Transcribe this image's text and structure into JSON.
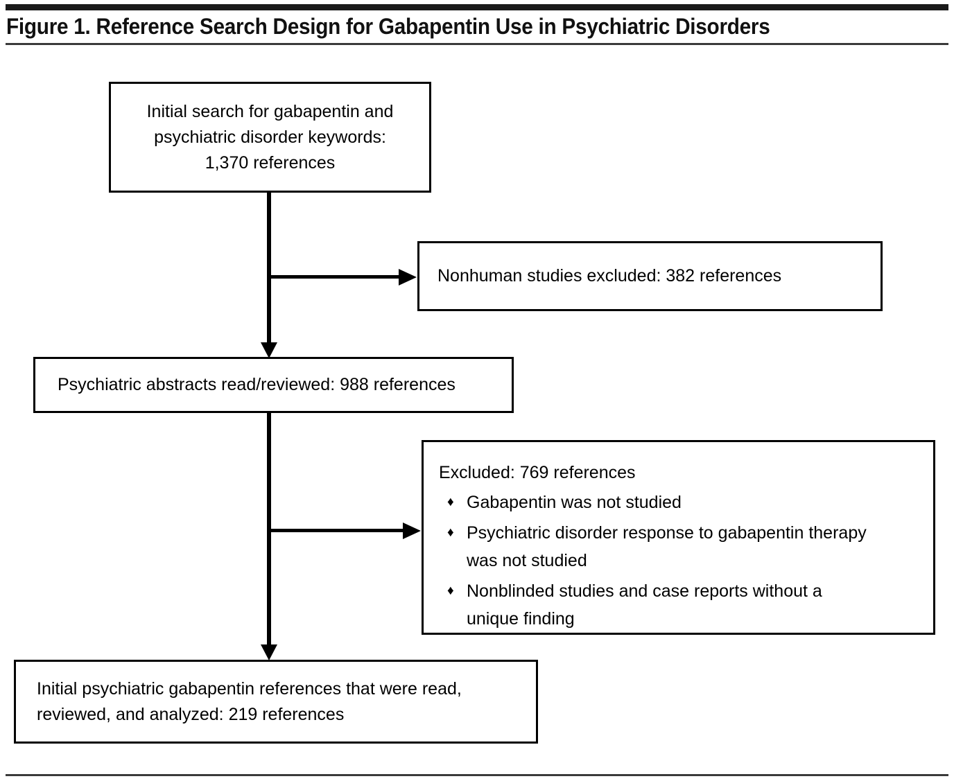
{
  "figure": {
    "title": "Figure 1. Reference Search Design for Gabapentin Use in Psychiatric Disorders",
    "rule_color": "#1a1a1a",
    "box_border_color": "#000000",
    "text_color": "#000000",
    "background": "#ffffff"
  },
  "chart_data": {
    "type": "flowchart",
    "title": "Figure 1. Reference Search Design for Gabapentin Use in Psychiatric Disorders",
    "nodes": [
      {
        "id": "initial-search",
        "label": "Initial search for gabapentin and\npsychiatric disorder  keywords:\n1,370 references",
        "count": 1370,
        "align": "center"
      },
      {
        "id": "nonhuman-excluded",
        "label": "Nonhuman studies excluded: 382 references",
        "count": 382,
        "align": "left"
      },
      {
        "id": "abstracts-reviewed",
        "label": "Psychiatric abstracts read/reviewed: 988 references",
        "count": 988,
        "align": "left"
      },
      {
        "id": "excluded-criteria",
        "label": "Excluded: 769 references",
        "count": 769,
        "align": "left",
        "bullets": [
          "Gabapentin was not studied",
          " Psychiatric disorder  response to gabapentin therapy\n was not studied",
          "Nonblinded studies and case reports without a\n unique finding"
        ],
        "bullet_glyph": "♦"
      },
      {
        "id": "final-references",
        "label": "Initial psychiatric gabapentin references that were read,\nreviewed, and analyzed: 219 references",
        "count": 219,
        "align": "left"
      }
    ],
    "edges": [
      {
        "from": "initial-search",
        "to": "nonhuman-excluded",
        "kind": "branch-right"
      },
      {
        "from": "initial-search",
        "to": "abstracts-reviewed",
        "kind": "down"
      },
      {
        "from": "abstracts-reviewed",
        "to": "excluded-criteria",
        "kind": "branch-right"
      },
      {
        "from": "abstracts-reviewed",
        "to": "final-references",
        "kind": "down"
      }
    ]
  }
}
